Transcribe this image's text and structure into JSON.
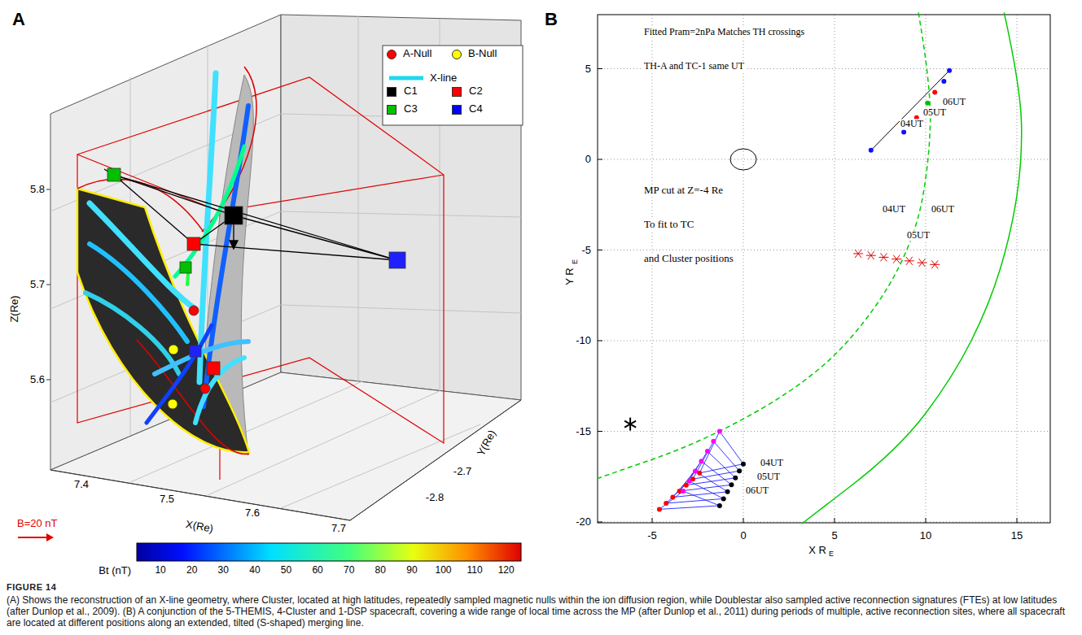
{
  "diagram": {
    "title": "FIGURE 14",
    "caption": "(A) Shows the reconstruction of an X-line geometry, where Cluster, located at high latitudes, repeatedly sampled magnetic nulls within the ion diffusion region, while Doublestar also sampled active reconnection signatures (FTEs) at low latitudes (after Dunlop et al., 2009). (B) A conjunction of the 5-THEMIS, 4-Cluster and 1-DSP spacecraft, covering a wide range of local time across the MP (after Dunlop et al., 2011) during periods of multiple, active reconnection sites, where all spacecraft are located at different positions along an extended, tilted (S-shaped) merging line.",
    "labels": [
      "A",
      "5.8",
      "5.7",
      "5.6",
      "Z(Re)",
      "7.4",
      "7.5",
      "7.6",
      "7.7",
      "X(Re)",
      "-2.7",
      "-2.8",
      "Y(Re)",
      "B=20 nT",
      "Bt (nT)",
      "10",
      "20",
      "30",
      "40",
      "50",
      "60",
      "70",
      "80",
      "90",
      "100",
      "110",
      "120",
      "B",
      "Fitted Pram=2nPa Matches TH crossings",
      "TH-A and TC-1 same UT",
      "MP cut at Z=-4 Re",
      "To fit to TC",
      "and Cluster positions",
      "06UT",
      "05UT",
      "04UT",
      "04UT",
      "06UT",
      "05UT",
      "04UT",
      "05UT",
      "06UT",
      "5",
      "0",
      "-5",
      "-10",
      "-15",
      "-20",
      "-5",
      "0",
      "5",
      "10",
      "15",
      "Y R",
      "E",
      "X R",
      "E"
    ],
    "legend": [
      {
        "text": "A-Null",
        "color": "#ff0000"
      },
      {
        "text": "B-Null",
        "color": "#ffff00"
      },
      {
        "text": "X-line"
      },
      {
        "text": "C1",
        "color": "#000000"
      },
      {
        "text": "C2",
        "color": "#ff0000"
      },
      {
        "text": "C3",
        "color": "#00c000"
      },
      {
        "text": "C4",
        "color": "#0000ff"
      }
    ]
  }
}
